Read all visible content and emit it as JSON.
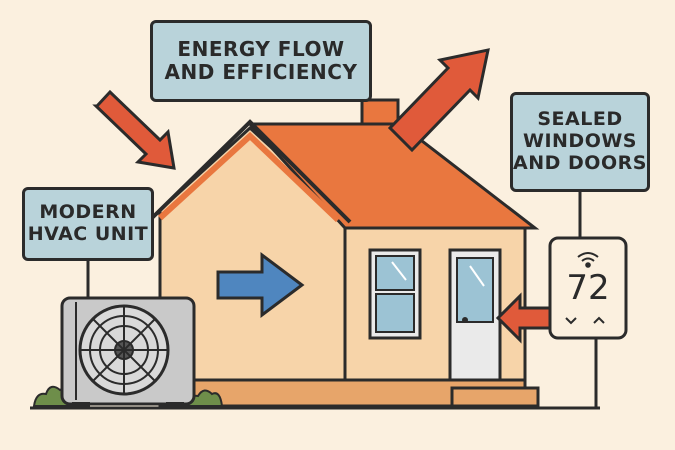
{
  "labels": {
    "energy_flow": [
      "ENERGY FLOW",
      "AND EFFICIENCY"
    ],
    "sealed": [
      "SEALED",
      "WINDOWS",
      "AND DOORS"
    ],
    "hvac": [
      "MODERN",
      "HVAC UNIT"
    ]
  },
  "thermostat": {
    "temperature": "72"
  },
  "colors": {
    "background": "#fbf0df",
    "label_fill": "#b9d3da",
    "roof": "#e9773f",
    "wall": "#f7d4a9",
    "arrow_red": "#e05a3a",
    "arrow_blue": "#4f86bf"
  }
}
